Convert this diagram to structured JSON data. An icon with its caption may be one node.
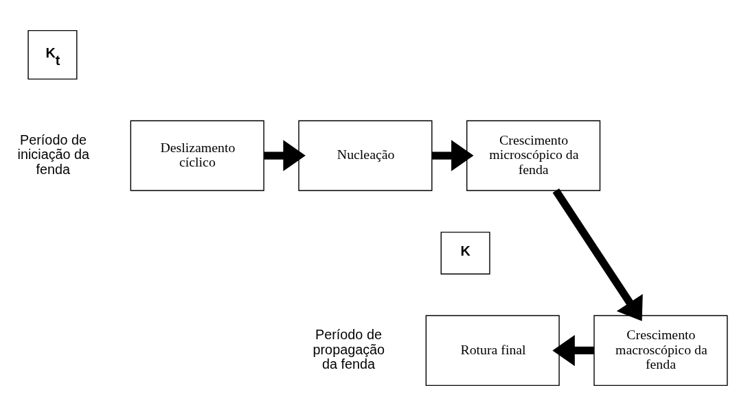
{
  "diagram": {
    "nodes": [
      {
        "text": [
          "K$_{t}$"
        ]
      },
      {
        "text": [
          "Deslizamento cíclico"
        ]
      },
      {
        "text": [
          "Nucleação"
        ]
      },
      {
        "text": [
          "Crescimento microscópico da fenda"
        ]
      },
      {
        "text": [
          "K"
        ]
      },
      {
        "text": [
          "Crescimento macroscópico da fenda"
        ]
      },
      {
        "text": [
          "Rotura final"
        ]
      }
    ],
    "edges": [
      {
        "from": 1,
        "to": 2,
        "arrow": "to"
      },
      {
        "from": 2,
        "to": 3,
        "arrow": "to"
      },
      {
        "from": 3,
        "to": 5,
        "arrow": "to"
      },
      {
        "from": 5,
        "to": 6,
        "arrow": "to"
      }
    ],
    "labels": [
      "Período de iniciação da fenda",
      "Período de propagação da fenda"
    ]
  }
}
